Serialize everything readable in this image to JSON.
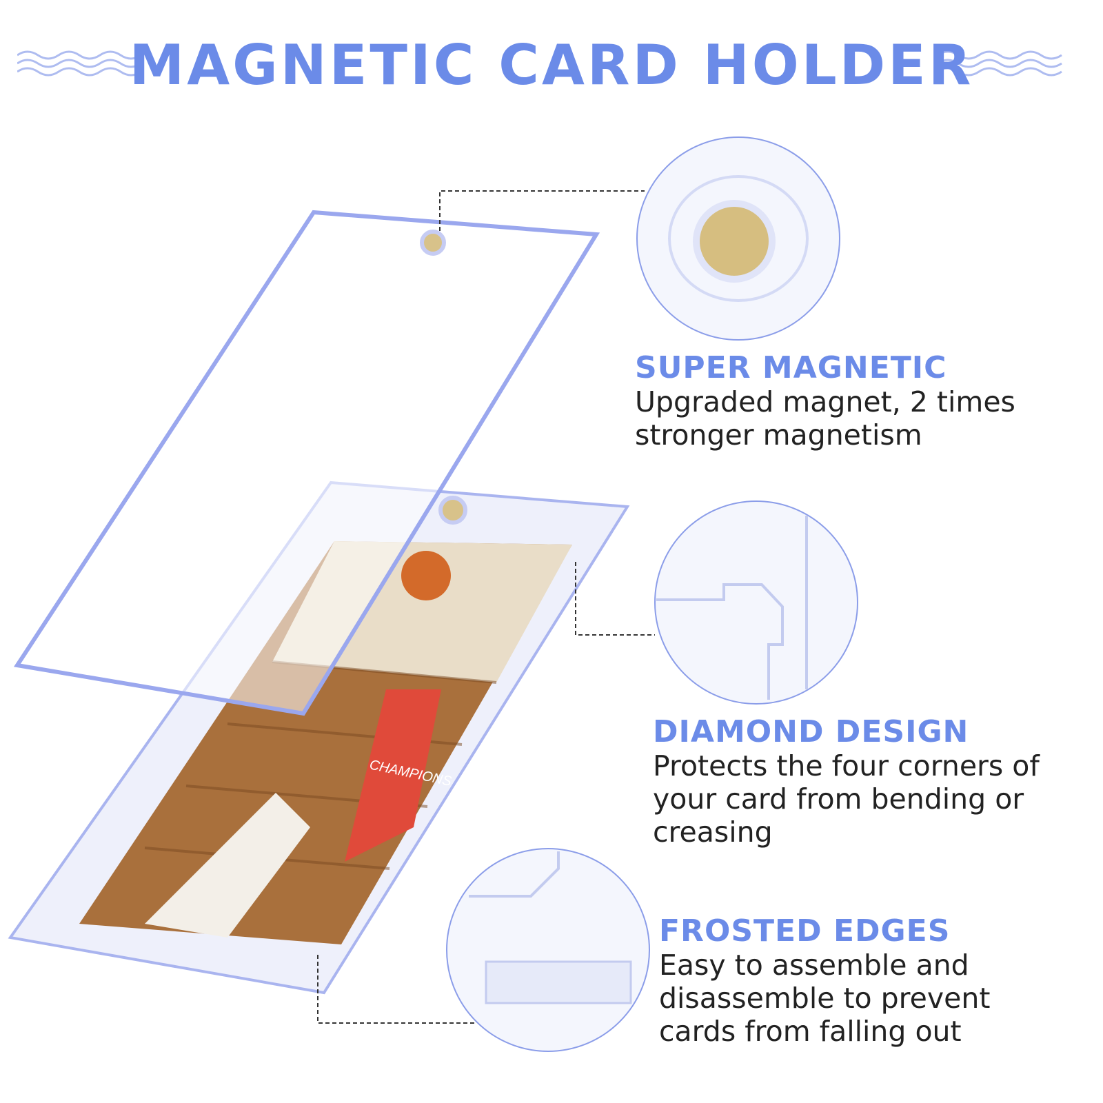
{
  "title": "MAGNETIC CARD HOLDER",
  "accent_color": "#6b8be8",
  "features": [
    {
      "heading": "SUPER MAGNETIC",
      "body": [
        "Upgraded magnet, 2 times",
        "stronger magnetism"
      ]
    },
    {
      "heading": "DIAMOND DESIGN",
      "body": [
        "Protects the four corners of",
        "your card from bending or",
        "creasing"
      ]
    },
    {
      "heading": "FROSTED EDGES",
      "body": [
        "Easy to assemble and",
        "disassemble to prevent",
        "cards from falling out"
      ]
    }
  ],
  "card_text": "CHAMPIONS"
}
